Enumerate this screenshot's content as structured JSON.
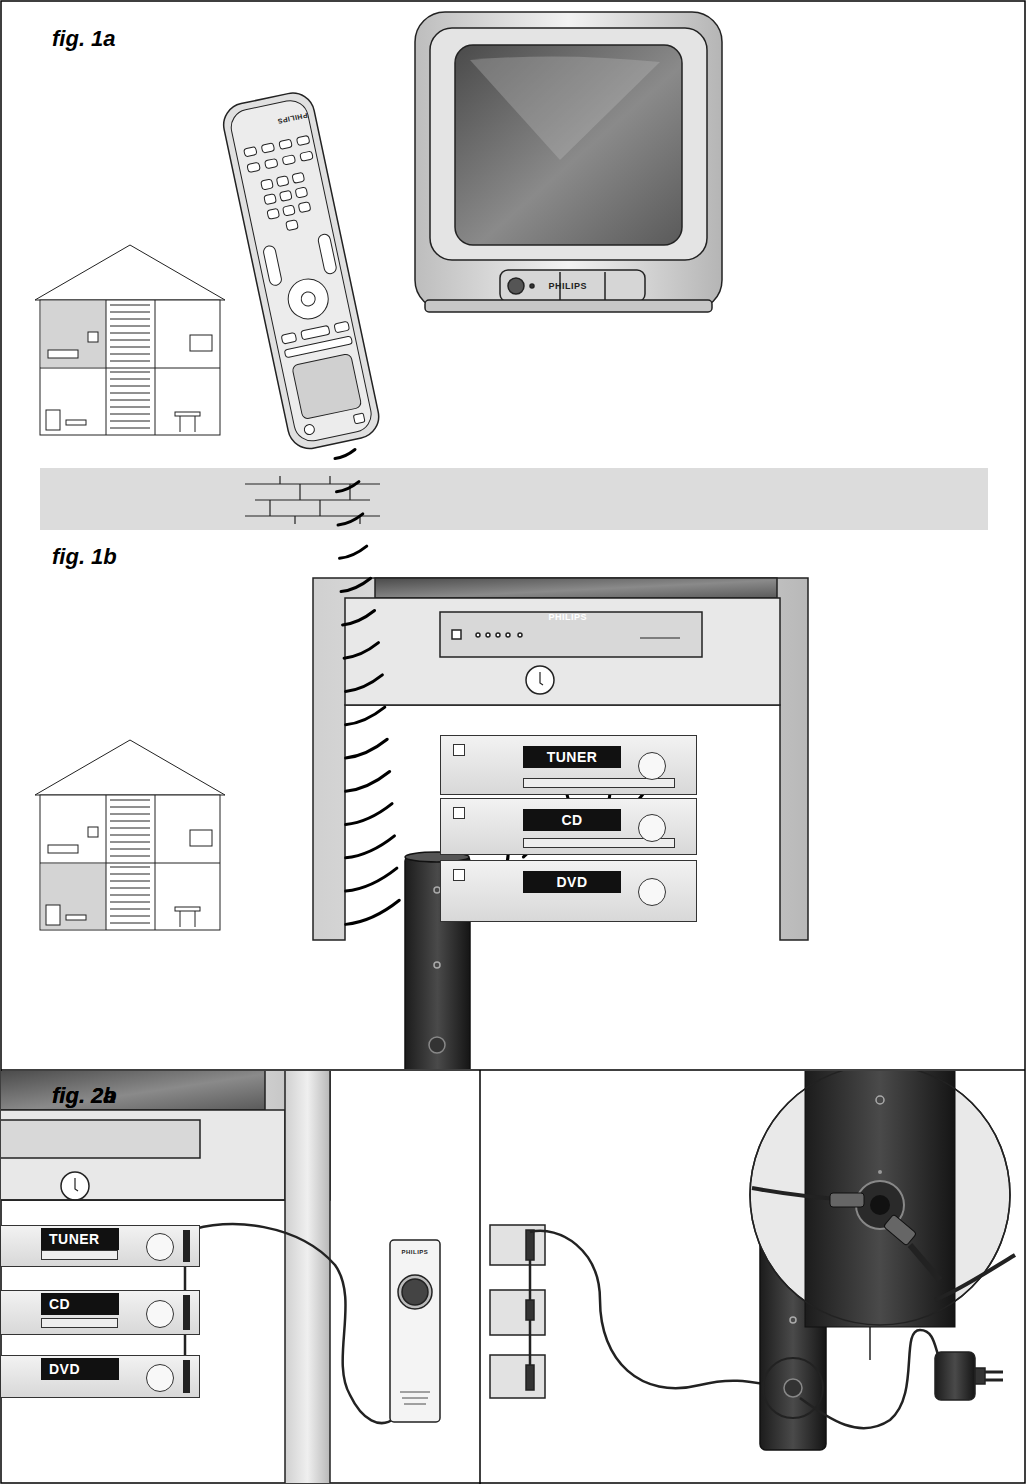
{
  "diagram": {
    "nodes": [
      {
        "text": [
          "TUNER"
        ]
      },
      {
        "text": [
          "CD"
        ]
      },
      {
        "text": [
          "DVD"
        ]
      },
      {
        "text": [
          "TUNER"
        ]
      },
      {
        "text": [
          "CD"
        ]
      },
      {
        "text": [
          "DVD"
        ]
      }
    ],
    "edges": [
      {
        "from": 3,
        "to": 4,
        "arrow": "none"
      },
      {
        "from": 4,
        "to": 5,
        "arrow": "none"
      }
    ],
    "labels": [
      "fig. 1a",
      "fig. 1b",
      "fig. 2a",
      "fig. 2b",
      "PHILIPS",
      "PHILIPS",
      "PHILIPS",
      "PHILIPS"
    ]
  }
}
